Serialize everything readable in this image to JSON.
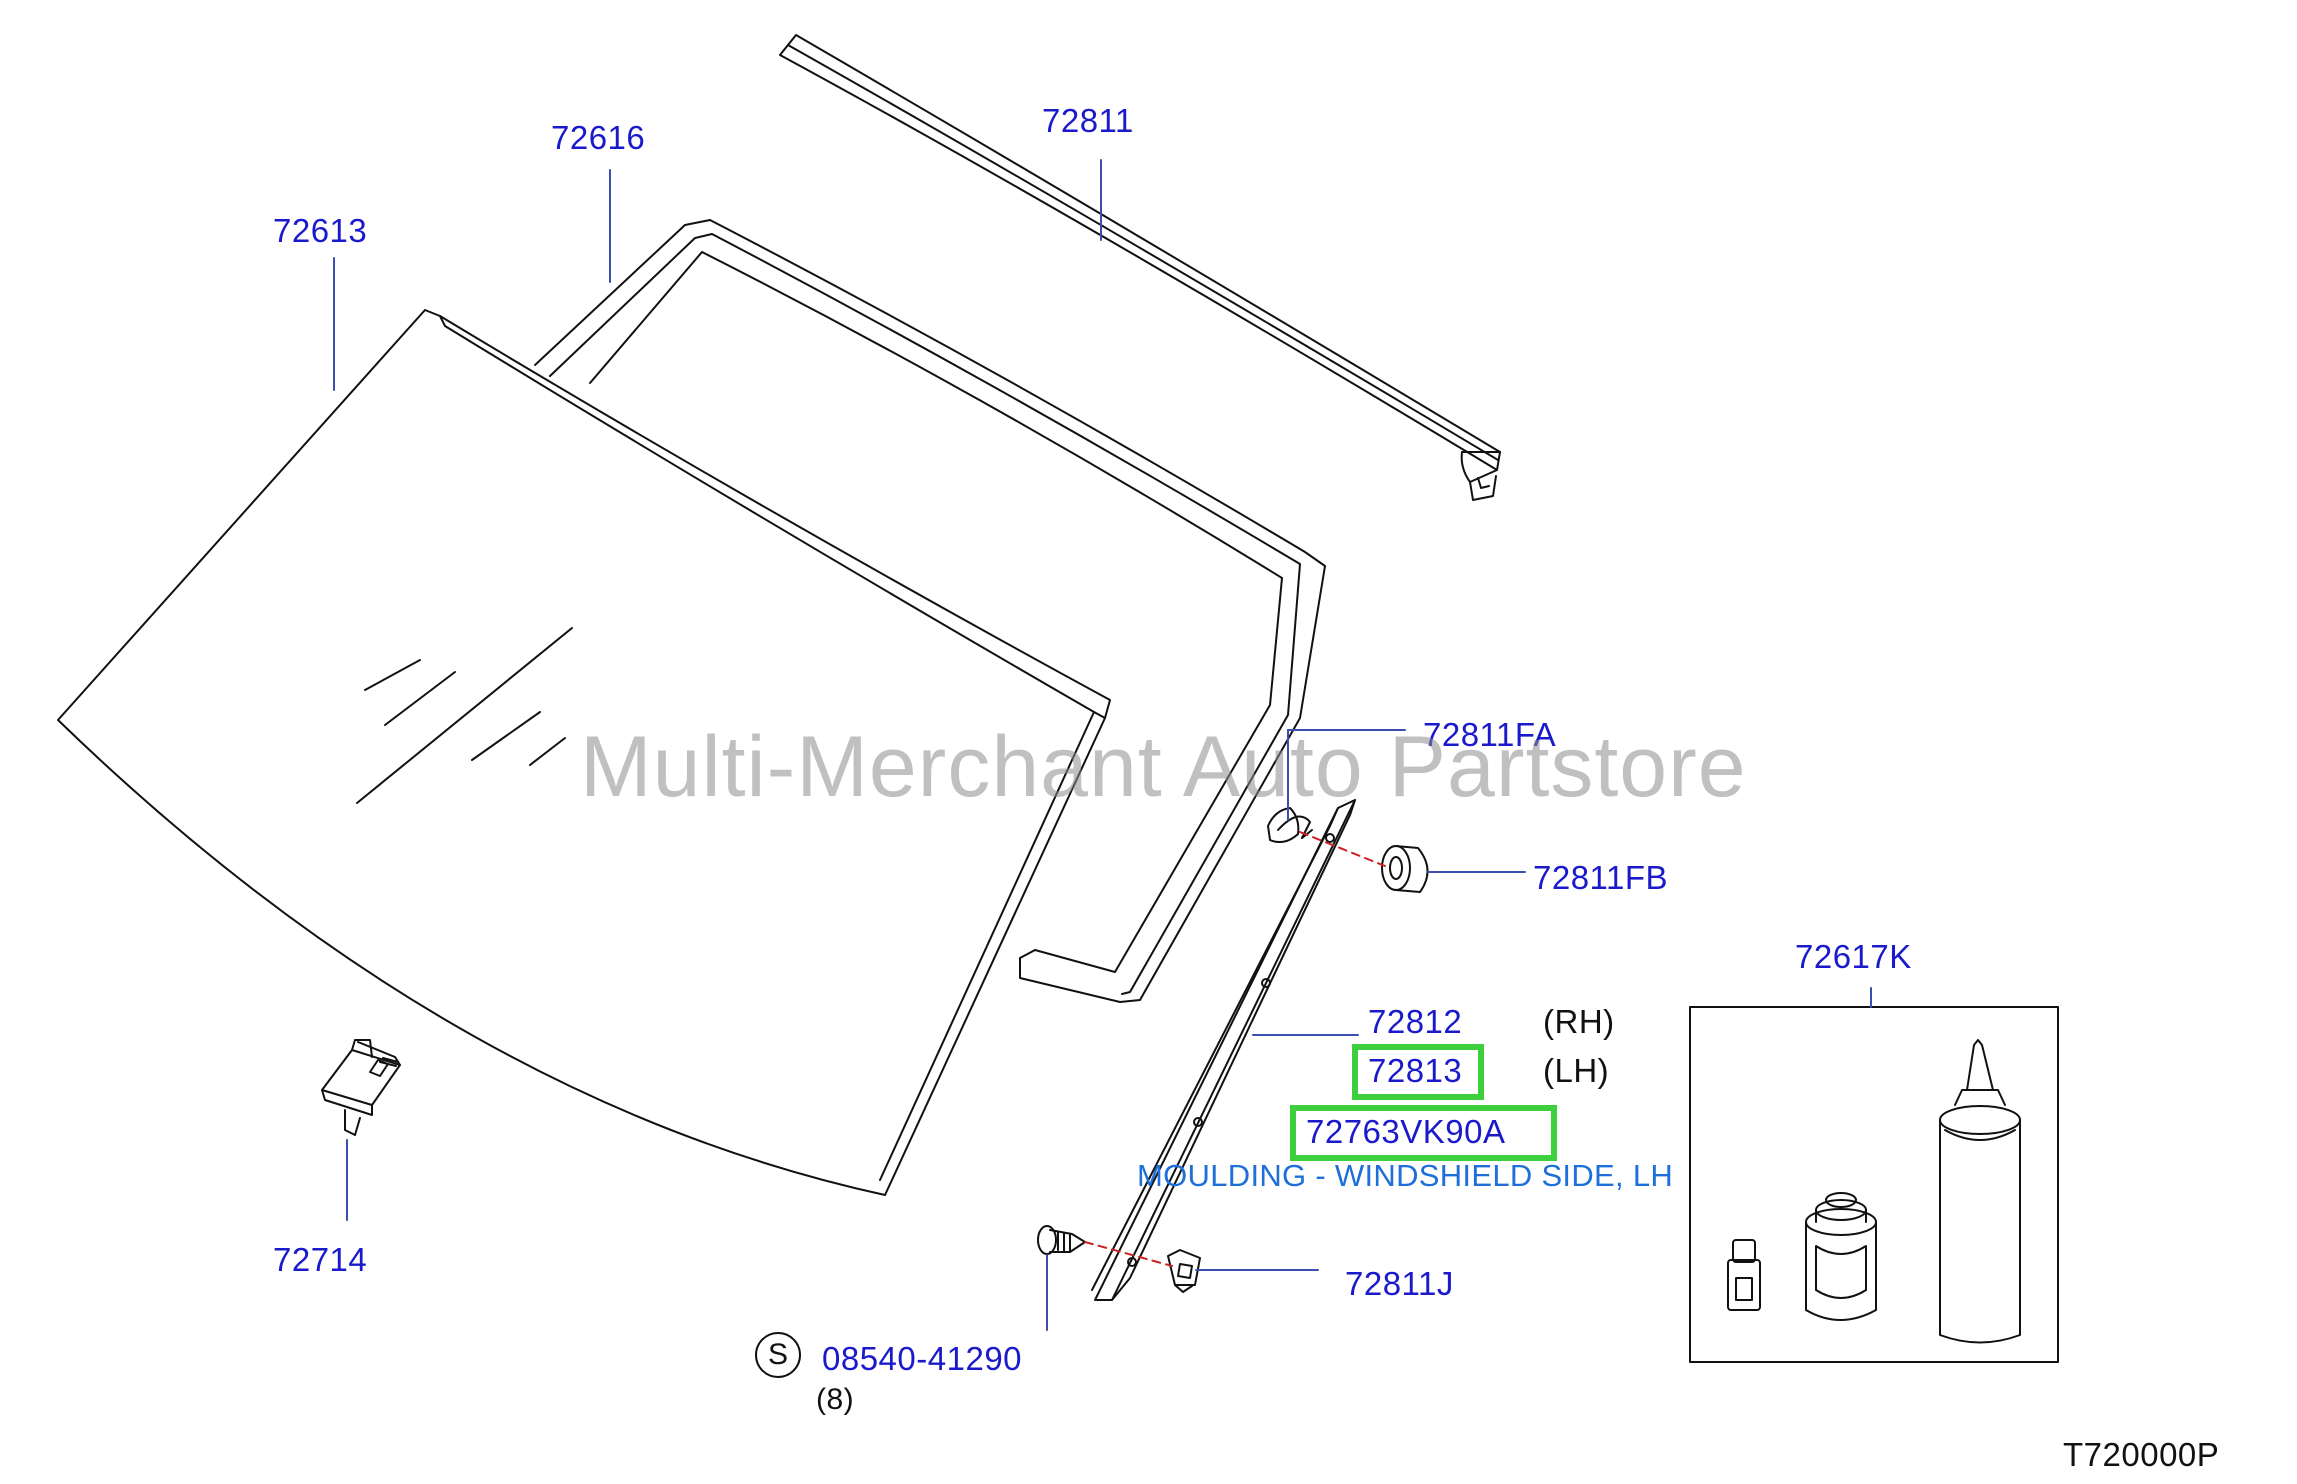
{
  "watermark": "Multi-Merchant Auto Partstore",
  "diagram_code": "T720000P",
  "parts": {
    "p72613": "72613",
    "p72616": "72616",
    "p72811": "72811",
    "p72811FA": "72811FA",
    "p72811FB": "72811FB",
    "p72617K": "72617K",
    "p72812": "72812",
    "p72813": "72813",
    "p72763VK90A": "72763VK90A",
    "p72714": "72714",
    "p72811J": "72811J",
    "p0854041290": "08540-41290"
  },
  "sides": {
    "rh": "(RH)",
    "lh": "(LH)"
  },
  "screw_qty": "(8)",
  "s_symbol": "S",
  "highlight_description": "MOULDING - WINDSHIELD SIDE, LH",
  "colors": {
    "label_blue": "#1a1acc",
    "description_blue": "#1e6fd9",
    "highlight_green": "#3ecf3e",
    "line_black": "#111111",
    "leader_blue": "#3a4fb0",
    "dash_red": "#cc2222"
  }
}
